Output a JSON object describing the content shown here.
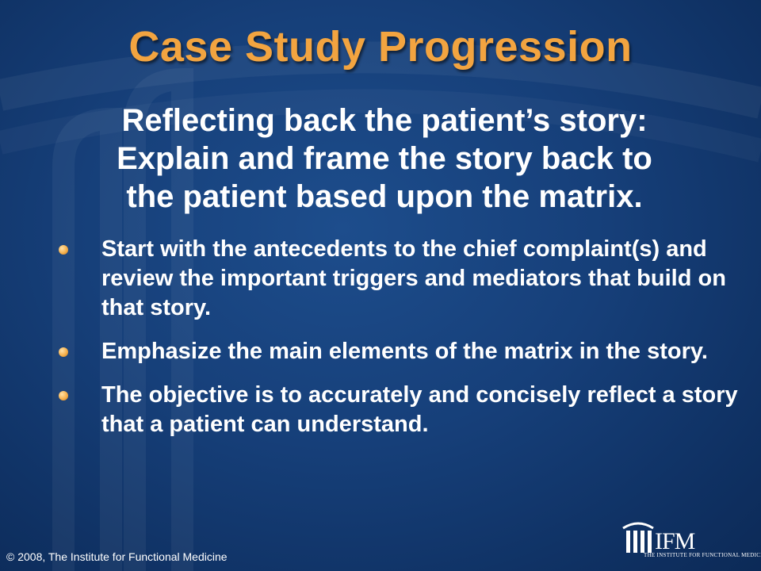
{
  "slide": {
    "title": "Case Study Progression",
    "subtitle_lines": [
      "Reflecting back the patient’s story:",
      "Explain and frame the story back to",
      "the patient based upon the matrix."
    ],
    "bullets": [
      "Start with the antecedents to the chief complaint(s) and review the important triggers and mediators that build on that story.",
      "Emphasize the main elements of the matrix in the story.",
      "The objective is to accurately and concisely reflect a story that a patient can understand."
    ]
  },
  "footer": {
    "copyright": "© 2008, The Institute for Functional Medicine"
  },
  "logo": {
    "abbr": "IFM",
    "full_name": "THE INSTITUTE FOR FUNCTIONAL MEDICINE"
  },
  "colors": {
    "background": "#163f79",
    "title": "#f2a440",
    "text": "#ffffff",
    "bullet": "#f6b04c"
  }
}
